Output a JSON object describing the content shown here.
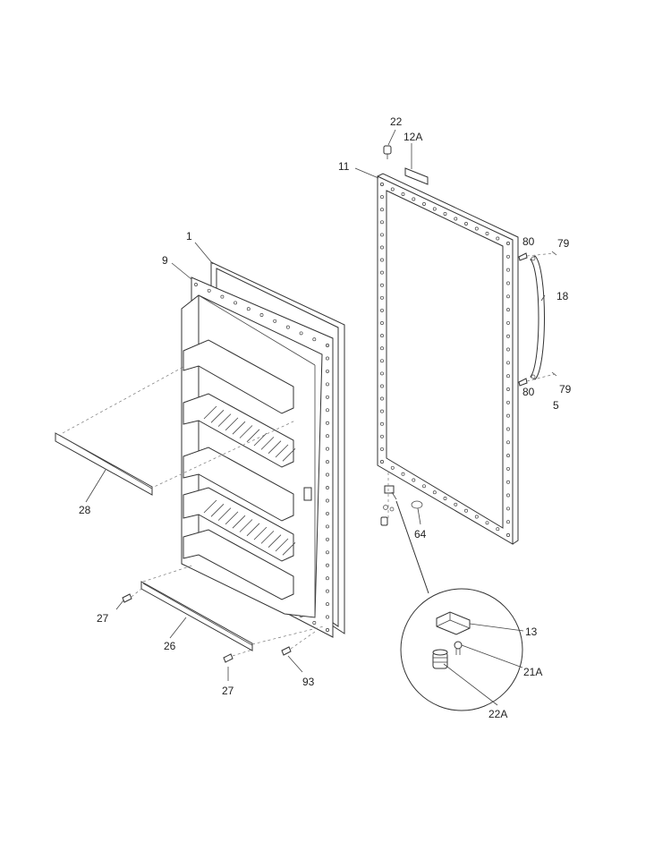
{
  "labels": {
    "p1": "1",
    "p9": "9",
    "p28": "28",
    "p27a": "27",
    "p26": "26",
    "p27b": "27",
    "p93": "93",
    "p22": "22",
    "p12a": "12A",
    "p11": "11",
    "p80a": "80",
    "p79a": "79",
    "p18": "18",
    "p80b": "80",
    "p79b": "79",
    "p5": "5",
    "p64": "64",
    "p13": "13",
    "p21a": "21A",
    "p22a": "22A"
  }
}
